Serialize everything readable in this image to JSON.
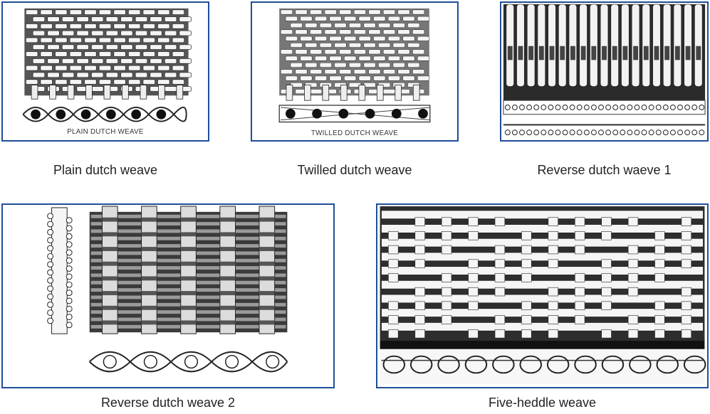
{
  "panels": [
    {
      "caption": "Plain dutch weave",
      "inner_label": "PLAIN DUTCH WEAVE"
    },
    {
      "caption": "Twilled dutch weave",
      "inner_label": "TWILLED DUTCH WEAVE"
    },
    {
      "caption": "Reverse dutch waeve 1"
    },
    {
      "caption": "Reverse dutch weave 2"
    },
    {
      "caption": "Five-heddle weave"
    }
  ],
  "colors": {
    "frame_border": "#1f4e9a",
    "caption_text": "#222222"
  }
}
